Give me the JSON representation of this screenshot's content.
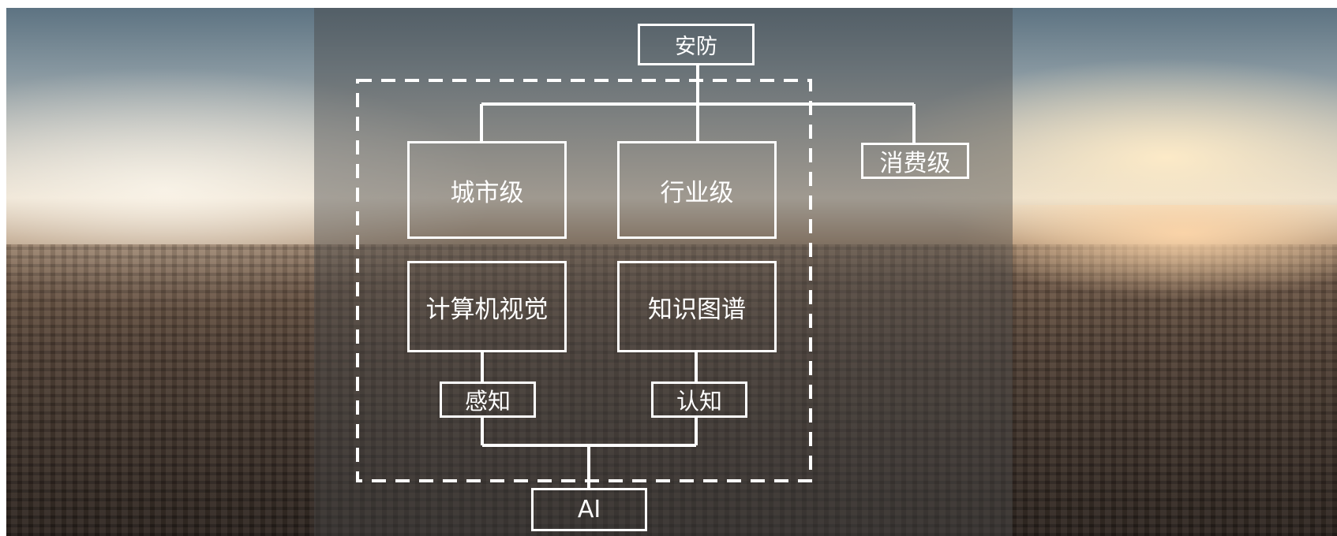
{
  "nodes": {
    "top": "安防",
    "city_level": "城市级",
    "industry_level": "行业级",
    "consumer_level": "消费级",
    "computer_vision": "计算机视觉",
    "knowledge_graph": "知识图谱",
    "perception": "感知",
    "cognition": "认知",
    "ai": "AI"
  },
  "colors": {
    "line": "#ffffff",
    "overlay": "rgba(70,70,70,0.45)"
  }
}
